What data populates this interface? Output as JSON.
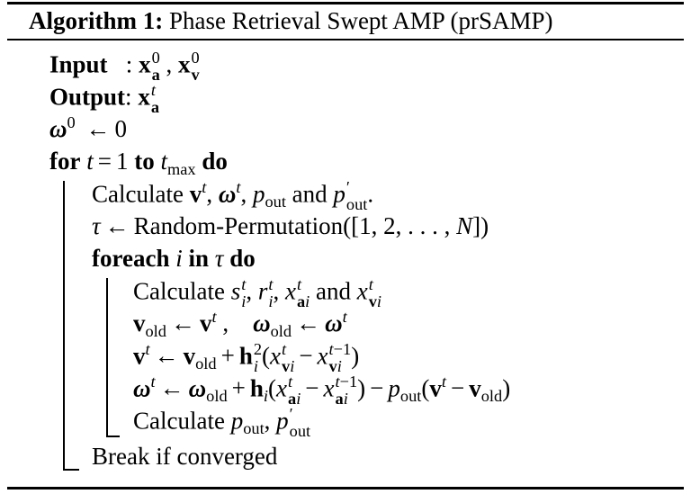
{
  "algorithm": {
    "label": "Algorithm 1:",
    "title": "Phase Retrieval Swept AMP (prSAMP)"
  },
  "lines": {
    "input_kw": "Input",
    "input_sep": ":",
    "output_kw": "Output",
    "output_sep": ":",
    "init_arrow": "←",
    "init_value": "0",
    "for_kw": "for",
    "for_eq": "=",
    "for_start": "1",
    "for_to": "to",
    "for_do": "do",
    "calc1_text": "Calculate",
    "calc1_and": "and",
    "perm_arrow": "←",
    "perm_func": "Random-Permutation([1, 2, . . . , ",
    "perm_end": "])",
    "foreach_kw": "foreach",
    "foreach_in": "in",
    "foreach_do": "do",
    "calc2_text": "Calculate",
    "calc2_and": "and",
    "upd_arrow": "←",
    "calc3_text": "Calculate",
    "break_text": "Break if converged"
  }
}
